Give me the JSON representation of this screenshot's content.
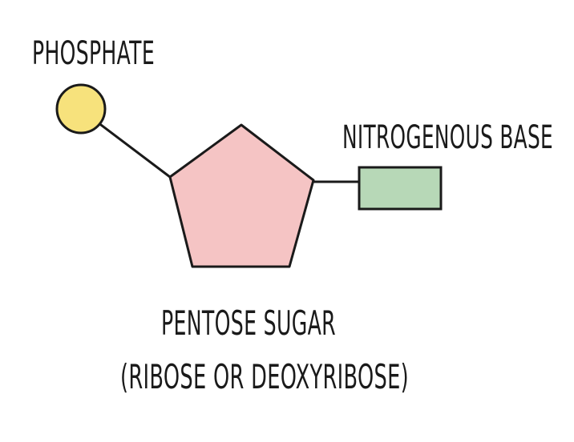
{
  "diagram": {
    "labels": {
      "phosphate": "PHOSPHATE",
      "nitrogenous_base": "NITROGENOUS BASE",
      "sugar_line1": "PENTOSE SUGAR",
      "sugar_line2": "(RIBOSE OR DEOXYRIBOSE)"
    },
    "colors": {
      "phosphate": "#F7E27C",
      "sugar": "#F5C4C4",
      "base": "#B7D8B7",
      "stroke": "#1a1a1a"
    }
  }
}
